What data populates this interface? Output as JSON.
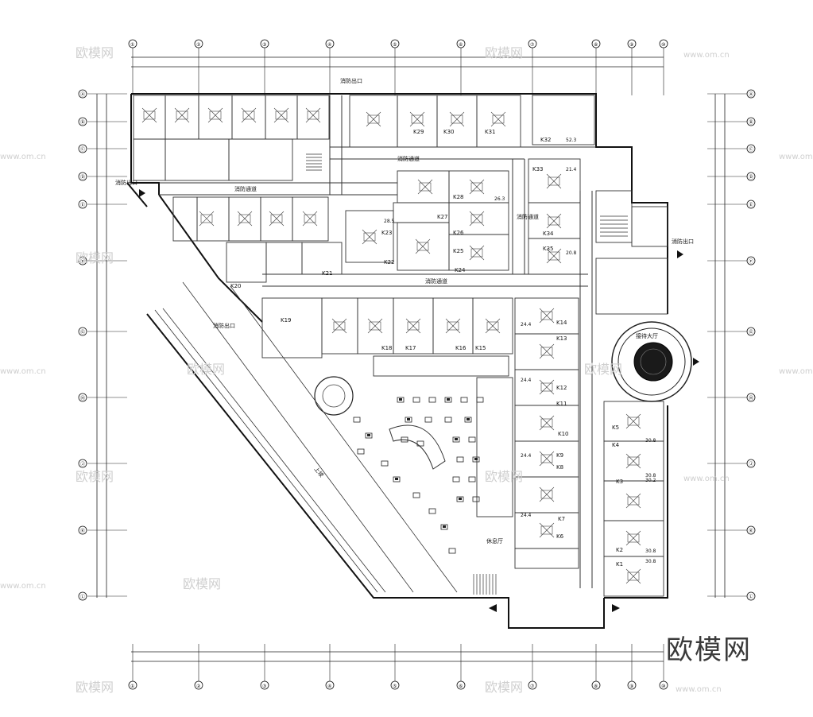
{
  "drawing": {
    "top_axes": [
      "①",
      "②",
      "③",
      "④",
      "⑤",
      "⑥",
      "⑦",
      "⑧",
      "⑨",
      "⑩"
    ],
    "bottom_axes": [
      "①",
      "②",
      "③",
      "④",
      "⑤",
      "⑥",
      "⑦",
      "⑧",
      "⑨",
      "⑩"
    ],
    "left_axes": [
      "Ⓐ",
      "Ⓑ",
      "Ⓒ",
      "Ⓓ",
      "Ⓔ",
      "Ⓕ",
      "Ⓖ",
      "Ⓗ",
      "Ⓙ",
      "Ⓚ",
      "Ⓛ"
    ],
    "right_axes": [
      "Ⓐ",
      "Ⓑ",
      "Ⓒ",
      "Ⓓ",
      "Ⓔ",
      "Ⓕ",
      "Ⓖ",
      "Ⓗ",
      "Ⓙ",
      "Ⓚ",
      "Ⓛ"
    ],
    "labels": {
      "exit_top": "消防出口",
      "exit_left": "消防出口",
      "exit_right": "消防出口",
      "exit_mid": "消防出口",
      "corridor_1": "消防通道",
      "corridor_2": "消防通道",
      "corridor_3": "消防通道",
      "corridor_4": "消防通道",
      "lobby": "接待大厅",
      "ramp": "上坡",
      "hall": "休息厅"
    },
    "rooms_top_row": [
      "K29",
      "K30",
      "K31",
      "K32"
    ],
    "rooms_mid": [
      "K28",
      "K27",
      "K26",
      "K25",
      "K24",
      "K23",
      "K22",
      "K21",
      "K20"
    ],
    "rooms_right_top": [
      "K33",
      "K34",
      "K35"
    ],
    "rooms_center": [
      "K19",
      "K18",
      "K17",
      "K16",
      "K15",
      "K14",
      "K13",
      "K12",
      "K11",
      "K10",
      "K9",
      "K8",
      "K7",
      "K6"
    ],
    "rooms_right_bottom": [
      "K5",
      "K4",
      "K3",
      "K2",
      "K1"
    ],
    "areas": [
      "52.3",
      "30.8",
      "30.8",
      "30.2",
      "30.8",
      "30.8",
      "24.4",
      "28.5",
      "26.3",
      "21.4",
      "20.8",
      "24.4",
      "24.4",
      "24.4"
    ]
  },
  "watermark": {
    "main": "欧模网",
    "small": "欧模网",
    "url": "www.om.cn"
  }
}
